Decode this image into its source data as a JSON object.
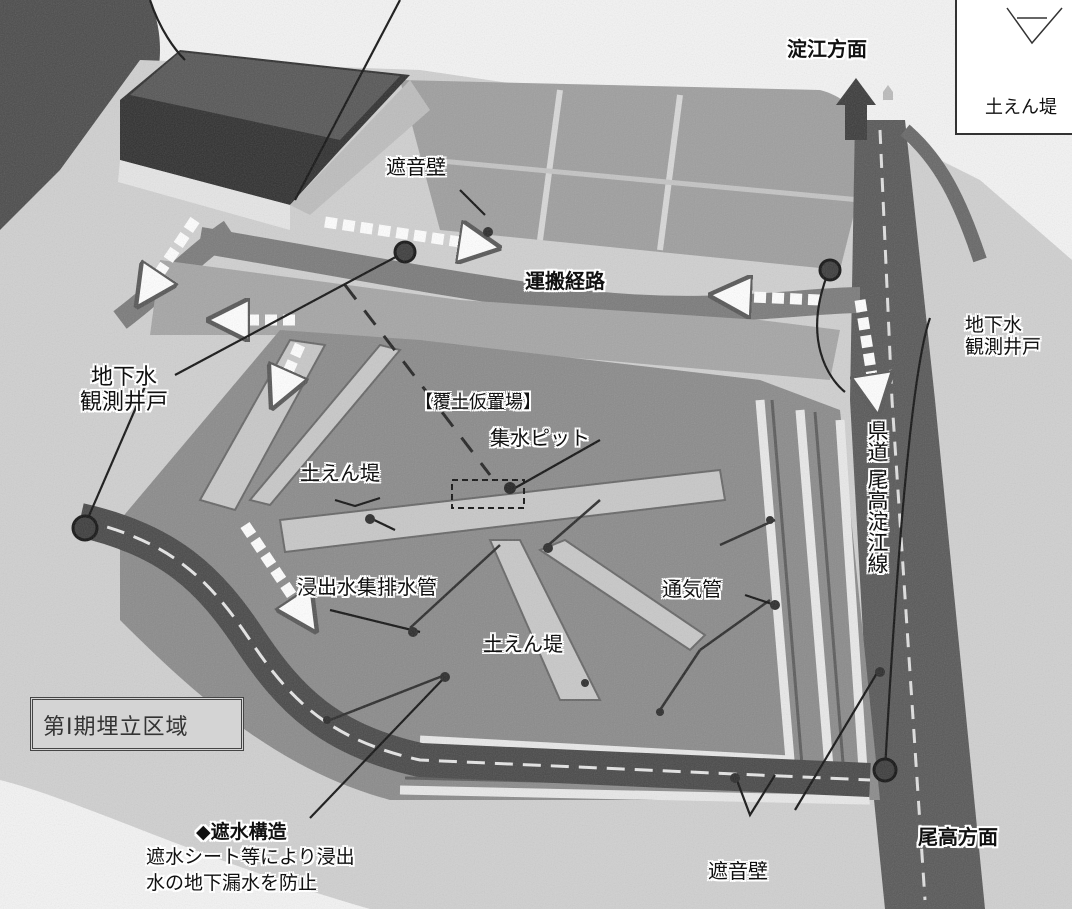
{
  "labels": {
    "direction_north": "淀江方面",
    "direction_south": "尾高方面",
    "legend_label": "土えん堤",
    "sound_wall_top": "遮音壁",
    "haul_route": "運搬経路",
    "groundwater_well_left": "地下水\n観測井戸",
    "groundwater_well_right": "地下水\n観測井戸",
    "cover_soil_yard": "【覆土仮置場】",
    "collection_pit": "集水ピット",
    "earth_embankment_left": "土えん堤",
    "leachate_pipe": "浸出水集排水管",
    "vent_pipe": "通気管",
    "earth_embankment_center": "土えん堤",
    "prefectural_road": "県道 尾高淀江線",
    "phase_area": "第Ⅰ期埋立区域",
    "sound_wall_bottom": "遮音壁",
    "waterproof_title": "◆遮水構造",
    "waterproof_desc_1": "遮水シート等により浸出",
    "waterproof_desc_2": "水の地下漏水を防止"
  }
}
